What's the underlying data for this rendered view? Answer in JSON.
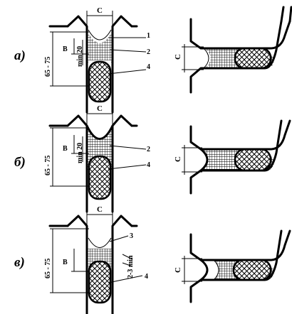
{
  "rows": [
    {
      "label": "а)",
      "dims": {
        "height": "65 - 75",
        "depth": "B",
        "min": "min 20",
        "gap": "C"
      },
      "callouts": [
        "1",
        "2",
        "4"
      ]
    },
    {
      "label": "б)",
      "dims": {
        "height": "65 - 75",
        "depth": "B",
        "min": "min 20",
        "gap": "C"
      },
      "callouts": [
        "2",
        "4"
      ]
    },
    {
      "label": "в)",
      "dims": {
        "height": "65 - 75",
        "depth": "B",
        "min": "2-3 min",
        "gap": "C"
      },
      "callouts": [
        "3",
        "4"
      ]
    }
  ]
}
